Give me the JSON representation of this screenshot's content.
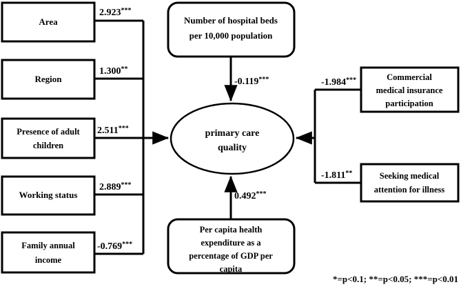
{
  "diagram": {
    "type": "path-diagram",
    "outcome": {
      "id": "primary-care-quality",
      "shape": "ellipse",
      "lines": [
        "primary care",
        "quality"
      ],
      "label": "primary care quality"
    },
    "left_predictors": [
      {
        "id": "area",
        "lines": [
          "Area"
        ],
        "coefficient": "2.923",
        "stars": "***",
        "significance": "p<0.01"
      },
      {
        "id": "region",
        "lines": [
          "Region"
        ],
        "coefficient": "1.300",
        "stars": "**",
        "significance": "p<0.05"
      },
      {
        "id": "presence-of-adult-children",
        "lines": [
          "Presence of adult",
          "children"
        ],
        "coefficient": "2.511",
        "stars": "***",
        "significance": "p<0.01"
      },
      {
        "id": "working-status",
        "lines": [
          "Working status"
        ],
        "coefficient": "2.889",
        "stars": "***",
        "significance": "p<0.01"
      },
      {
        "id": "family-annual-income",
        "lines": [
          "Family annual",
          "income"
        ],
        "coefficient": "-0.769",
        "stars": "***",
        "significance": "p<0.01"
      }
    ],
    "top_predictor": {
      "id": "hospital-beds",
      "lines": [
        "Number of hospital beds",
        "per 10,000 population"
      ],
      "coefficient": "-0.119",
      "stars": "***",
      "significance": "p<0.01"
    },
    "bottom_predictor": {
      "id": "per-capita-health-expenditure",
      "lines": [
        "Per capita health",
        "expenditure as a",
        "percentage of GDP per",
        "capita"
      ],
      "coefficient": "0.492",
      "stars": "***",
      "significance": "p<0.01"
    },
    "right_predictors": [
      {
        "id": "commercial-medical-insurance-participation",
        "lines": [
          "Commercial",
          "medical insurance",
          "participation"
        ],
        "coefficient": "-1.984",
        "stars": "***",
        "significance": "p<0.01"
      },
      {
        "id": "seeking-medical-attention-for-illness",
        "lines": [
          "Seeking medical",
          "attention for illness"
        ],
        "coefficient": "-1.811",
        "stars": "**",
        "significance": "p<0.05"
      }
    ],
    "legend": "*=p<0.1; **=p<0.05; ***=p<0.01",
    "colors": {
      "stroke": "#000000",
      "fill": "#ffffff",
      "text": "#000000"
    }
  }
}
